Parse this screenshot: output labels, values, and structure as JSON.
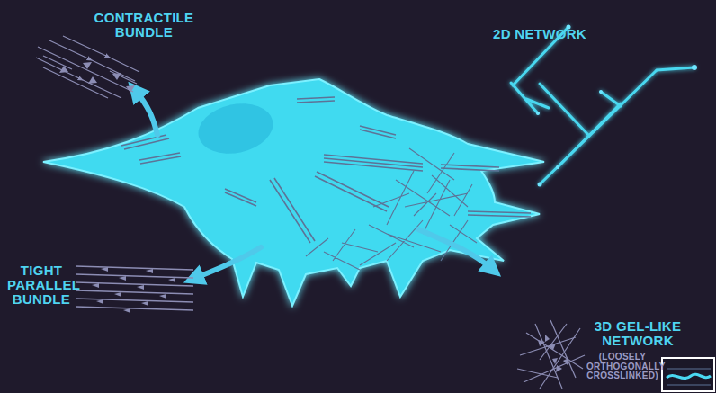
{
  "diagram": {
    "labels": [
      "CONTRACTILE BUNDLE",
      "2D NETWORK",
      "TIGHT PARALLEL BUNDLE",
      "3D GEL-LIKE NETWORK",
      "(LOOSELY ORTHOGONALLY CROSSLINKED)"
    ]
  }
}
